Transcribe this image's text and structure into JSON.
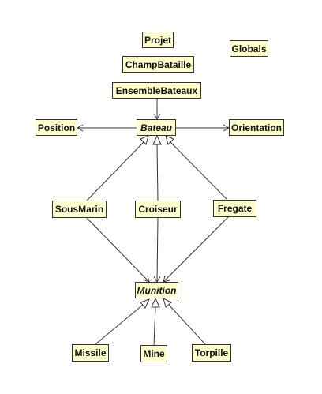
{
  "diagram": {
    "classes": {
      "projet": "Projet",
      "champ_bataille": "ChampBataille",
      "globals": "Globals",
      "ensemble_bateaux": "EnsembleBateaux",
      "position": "Position",
      "bateau": "Bateau",
      "orientation": "Orientation",
      "sous_marin": "SousMarin",
      "croiseur": "Croiseur",
      "fregate": "Fregate",
      "munition": "Munition",
      "missile": "Missile",
      "mine": "Mine",
      "torpille": "Torpille"
    },
    "abstract_classes": [
      "bateau",
      "munition"
    ],
    "associations": [
      {
        "from": "ensemble_bateaux",
        "to": "bateau"
      },
      {
        "from": "bateau",
        "to": "position"
      },
      {
        "from": "bateau",
        "to": "orientation"
      },
      {
        "from": "sous_marin",
        "to": "munition"
      },
      {
        "from": "croiseur",
        "to": "munition"
      },
      {
        "from": "fregate",
        "to": "munition"
      }
    ],
    "generalizations": [
      {
        "child": "sous_marin",
        "parent": "bateau"
      },
      {
        "child": "croiseur",
        "parent": "bateau"
      },
      {
        "child": "fregate",
        "parent": "bateau"
      },
      {
        "child": "missile",
        "parent": "munition"
      },
      {
        "child": "mine",
        "parent": "munition"
      },
      {
        "child": "torpille",
        "parent": "munition"
      }
    ],
    "colors": {
      "class_fill": "#ffffcc",
      "border": "#333333",
      "line": "#333333"
    }
  }
}
